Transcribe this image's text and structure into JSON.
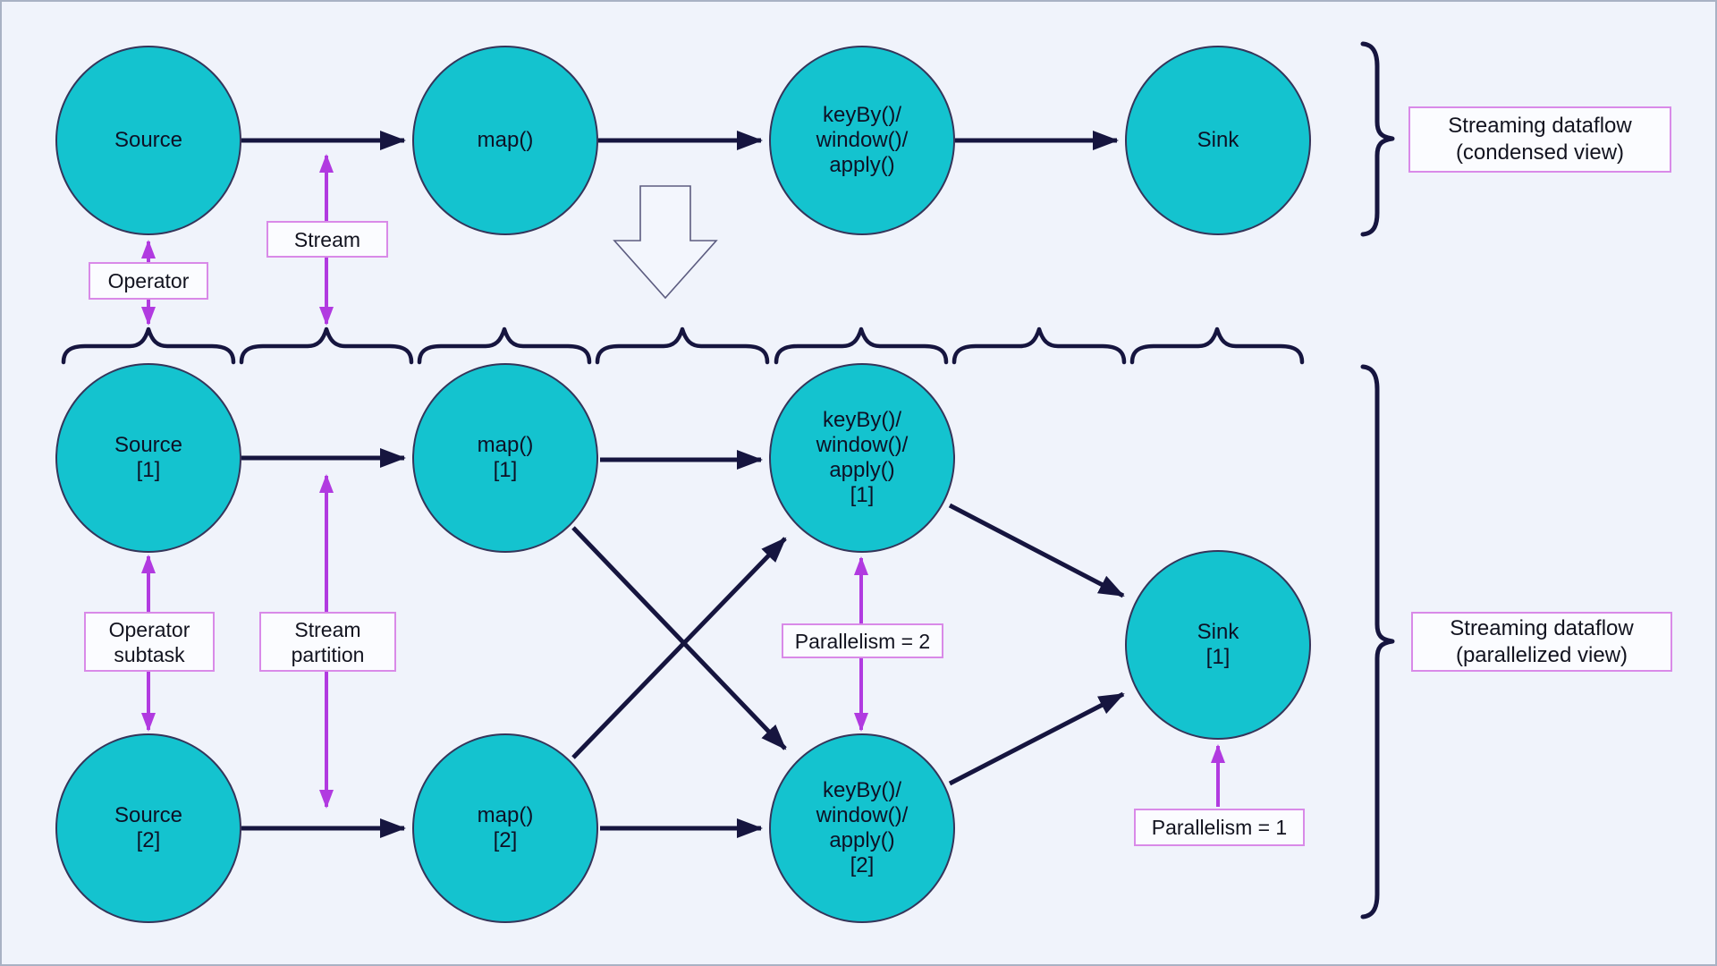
{
  "nodes": {
    "source": "Source",
    "map": "map()",
    "keyby": "keyBy()/\nwindow()/\napply()",
    "sink": "Sink",
    "source1": "Source\n[1]",
    "map1": "map()\n[1]",
    "keyby1": "keyBy()/\nwindow()/\napply()\n[1]",
    "sink1": "Sink\n[1]",
    "source2": "Source\n[2]",
    "map2": "map()\n[2]",
    "keyby2": "keyBy()/\nwindow()/\napply()\n[2]"
  },
  "labels": {
    "operator": "Operator",
    "stream": "Stream",
    "operator_subtask": "Operator\nsubtask",
    "stream_partition": "Stream\npartition",
    "parallelism_2": "Parallelism = 2",
    "parallelism_1": "Parallelism = 1",
    "condensed": "Streaming dataflow\n(condensed view)",
    "parallelized": "Streaming dataflow\n(parallelized view)"
  },
  "colors": {
    "background": "#f0f3fb",
    "node_fill": "#14c3cf",
    "node_stroke": "#35355a",
    "dark_arrow": "#16153f",
    "purple_arrow": "#b13ae0",
    "label_border": "#d98ae8",
    "label_bg": "#fbfcff",
    "text": "#10142c"
  }
}
